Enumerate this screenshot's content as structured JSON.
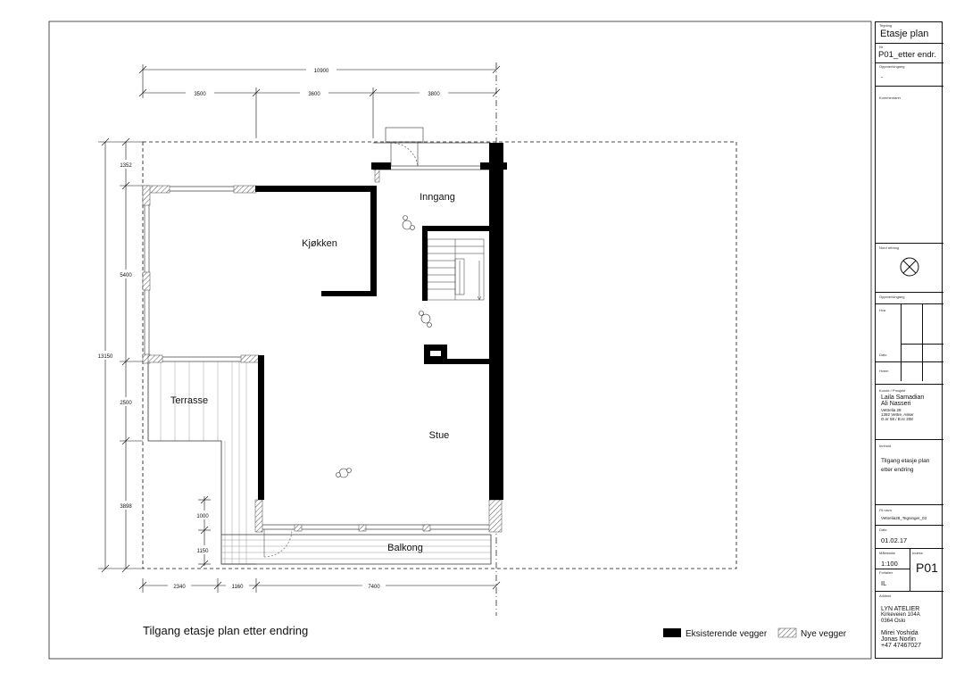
{
  "plan": {
    "caption": "Tilgang etasje plan etter endring",
    "rooms": {
      "inngang": "Inngang",
      "kjokken": "Kjøkken",
      "terrasse": "Terrasse",
      "stue": "Stue",
      "balkong": "Balkong"
    },
    "dimensions": {
      "top_total": "10900",
      "top_1": "3500",
      "top_2": "3600",
      "top_3": "3800",
      "left_total": "13150",
      "left_1": "1352",
      "left_2": "5400",
      "left_3": "2500",
      "left_4": "3898",
      "door_1": "1000",
      "door_2": "1150",
      "bottom_1": "2340",
      "bottom_2": "1160",
      "bottom_3": "7400"
    }
  },
  "legend": {
    "existing": "Eksisterende vegger",
    "new": "Nye vegger"
  },
  "title_block": {
    "tegning_label": "Tegning",
    "tegning": "Etasje plan",
    "nr_label": "Nr",
    "nr": "P01_etter endr.",
    "opp_label": "Oppmerkingang",
    "opp_value": "-",
    "kommentarer_label": "Kommentarer",
    "nord_label": "Nord retning",
    "rev_label": "Oppmerkingang",
    "rev_rows": [
      "Hva",
      "Dato",
      "Hvem"
    ],
    "kunde_label": "Kunde / Prosjekt",
    "kunde_lines": [
      "Laila Samadian",
      "Ali Nasseri"
    ],
    "adresse_lines": [
      "Vettrelia 28",
      "1392 Vettre, Asker",
      "G.nr 58 / B.nr 208"
    ],
    "innhold_label": "Innhold",
    "innhold_lines": [
      "Tilgang etasje plan",
      "etter endring"
    ],
    "filnavn_label": "Fil navn",
    "filnavn": "Vettrelia28_Tegninger_03",
    "dato_label": "Dato",
    "dato": "01.02.17",
    "malestokk_label": "Målestokk",
    "malestokk": "1:100",
    "indeks_label": "Indeks",
    "indeks": "P01",
    "forfatter_label": "Forfatter",
    "forfatter": "IL",
    "arkitekt_label": "Arkitekt",
    "arkitekt_lines": [
      "LYN ATELIER",
      "Kirkeveien 104A",
      "0364 Oslo"
    ],
    "personer_lines": [
      "Mirei Yoshida",
      "Jonas Norlin",
      "+47 47467027"
    ]
  }
}
